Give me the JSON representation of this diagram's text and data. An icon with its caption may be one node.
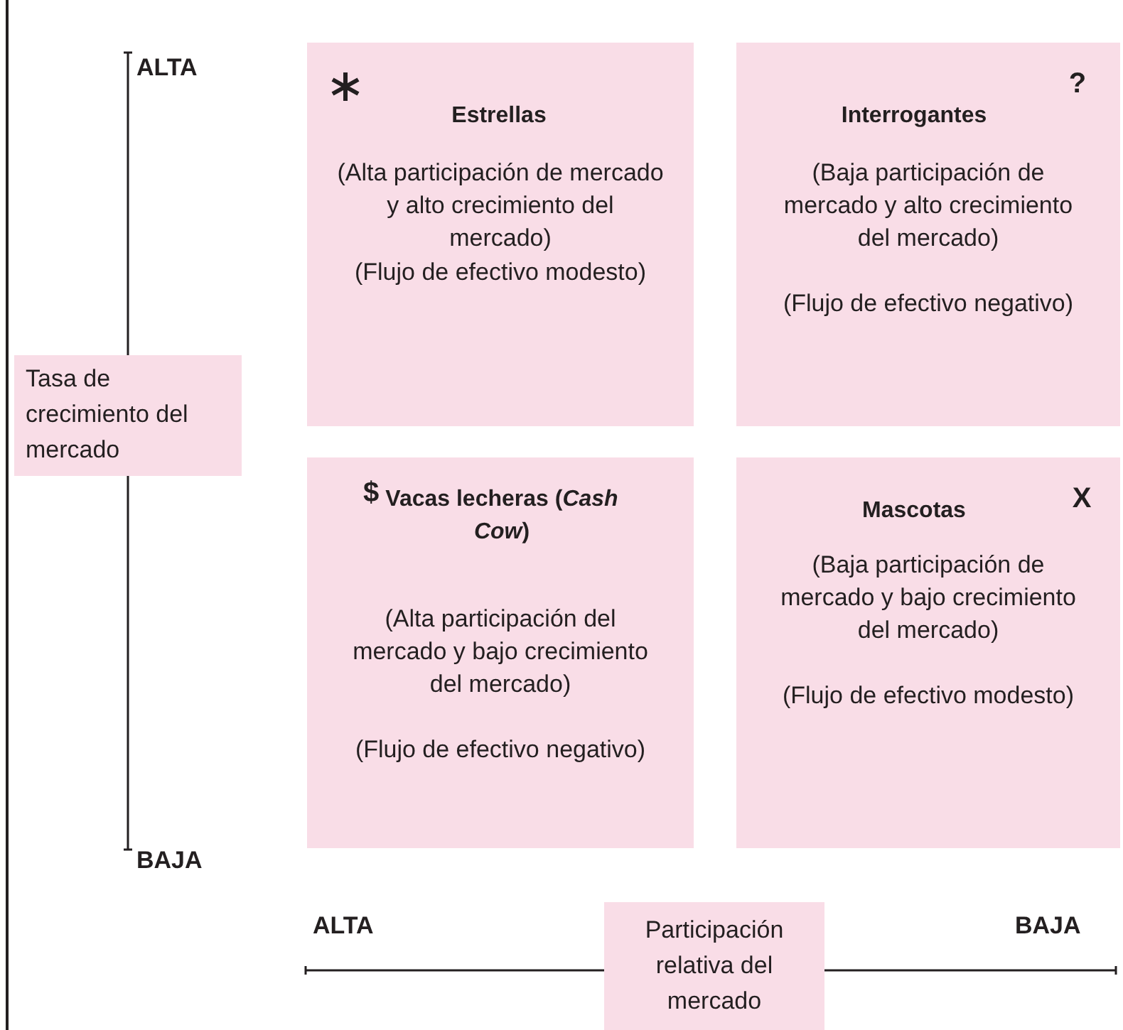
{
  "diagram": {
    "nodes": [
      {
        "text": [
          "Estrellas",
          "(Alta participación de mercado y alto crecimiento del mercado)",
          "(Flujo de efectivo modesto)"
        ]
      },
      {
        "text": [
          "Interrogantes",
          "?",
          "(Baja participación de mercado y alto crecimiento del mercado)",
          "(Flujo de efectivo negativo)"
        ]
      },
      {
        "text": [
          "Tasa de crecimiento del mercado"
        ]
      },
      {
        "text": [
          "$",
          "Vacas lecheras (*Cash Cow*)",
          "(Alta participación del mercado y bajo crecimiento del mercado)",
          "(Flujo de efectivo negativo)"
        ]
      },
      {
        "text": [
          "Mascotas",
          "X",
          "(Baja participación de mercado y bajo crecimiento del mercado)",
          "(Flujo de efectivo modesto)"
        ]
      },
      {
        "text": [
          "Participación relativa del mercado"
        ]
      }
    ],
    "labels": [
      "ALTA",
      "BAJA",
      "ALTA",
      "BAJA"
    ]
  }
}
